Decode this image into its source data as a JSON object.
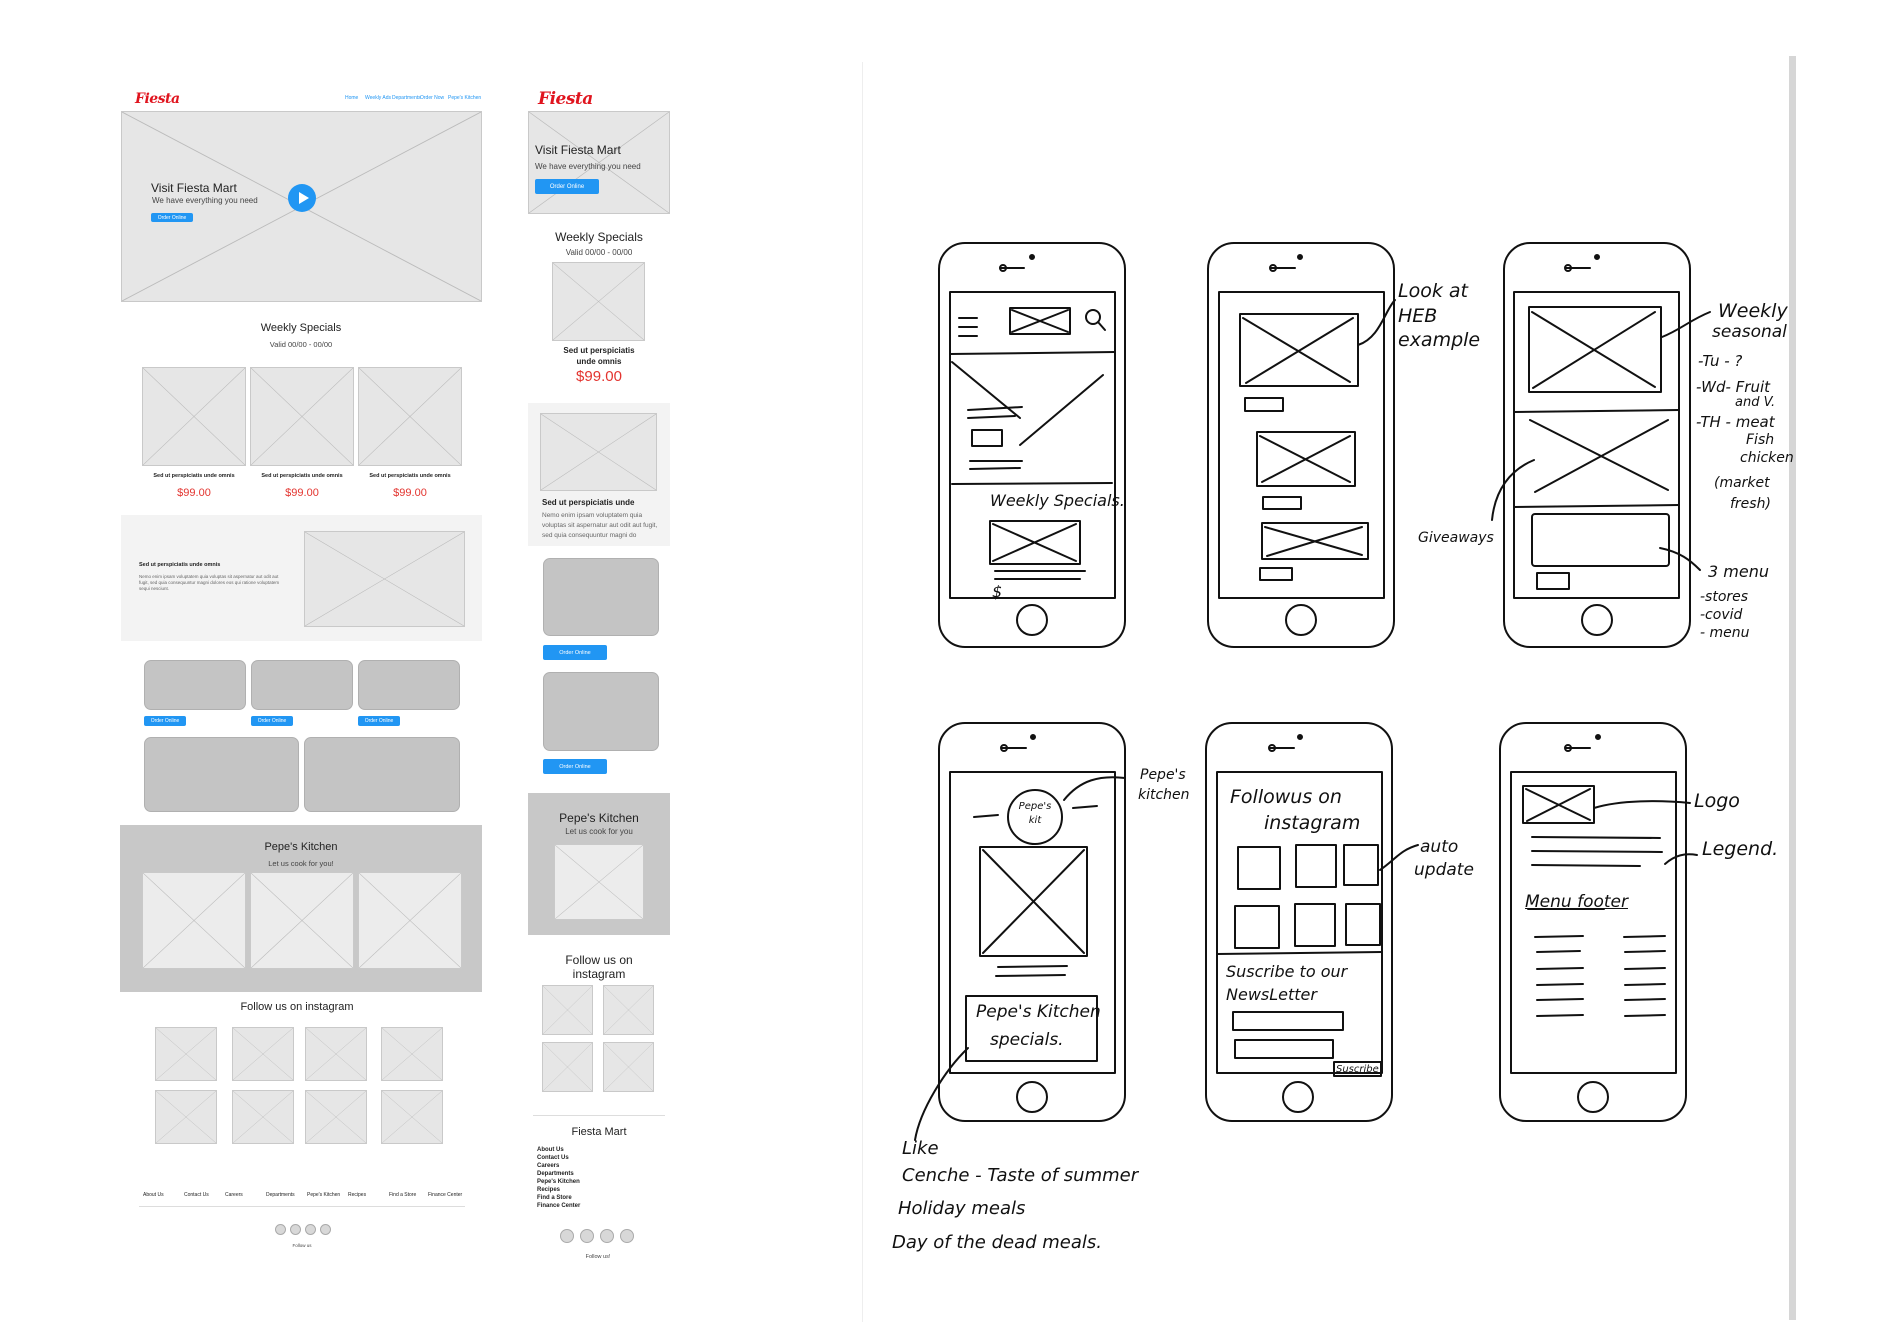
{
  "desktop": {
    "logo": "Fiesta",
    "nav": [
      "Home",
      "Weekly Ads",
      "Departments",
      "Order Now",
      "Pepe's Kitchen"
    ],
    "hero": {
      "title": "Visit Fiesta Mart",
      "subtitle": "We have everything you need",
      "button": "Order Online"
    },
    "specials": {
      "title": "Weekly Specials",
      "valid": "Valid 00/00 - 00/00",
      "item_name": "Sed ut perspiciatis unde omnis",
      "price": "$99.00"
    },
    "promo": {
      "title": "Sed ut perspiciatis unde omnis",
      "body": "Nemo enim ipsam voluptatem quia voluptas sit aspernatur aut odit aut fugit, sed quia consequuntur magni dolores eos qui ratione voluptatem sequi nesciunt."
    },
    "order_button": "Order Online",
    "kitchen": {
      "title": "Pepe's Kitchen",
      "subtitle": "Let us cook for you!"
    },
    "instagram_title": "Follow us on instagram",
    "footer_nav": [
      "About Us",
      "Contact Us",
      "Careers",
      "Departments",
      "Pepe's Kitchen",
      "Recipes",
      "Find a Store",
      "Finance Center"
    ],
    "follow": "Follow us"
  },
  "mobile": {
    "logo": "Fiesta",
    "hero": {
      "title": "Visit Fiesta Mart",
      "subtitle": "We have everything you need",
      "button": "Order Online"
    },
    "specials": {
      "title": "Weekly Specials",
      "valid": "Valid 00/00 - 00/00",
      "item_line1": "Sed ut perspiciatis",
      "item_line2": "unde omnis",
      "price": "$99.00"
    },
    "promo": {
      "title": "Sed ut perspiciatis unde",
      "body_lines": [
        "Nemo enim ipsam voluptatem quia",
        "voluptas sit aspernatur aut odit aut fugit,",
        "sed quia consequuntur magni do"
      ]
    },
    "order_button": "Order Online",
    "kitchen": {
      "title": "Pepe's Kitchen",
      "subtitle": "Let us cook for you"
    },
    "instagram_line1": "Follow us on",
    "instagram_line2": "instagram",
    "footer_title": "Fiesta Mart",
    "footer_links": [
      "About Us",
      "Contact Us",
      "Careers",
      "Departments",
      "Pepe's Kitchen",
      "Recipes",
      "Find a Store",
      "Finance Center"
    ],
    "follow": "Follow us!"
  },
  "sketch_notes": {
    "p1_label": "Weekly Specials.",
    "p1_dollar": "$",
    "p2_note": [
      "Look at",
      "HEB",
      "example"
    ],
    "p3_note_top": [
      "Weekly",
      "seasonal"
    ],
    "p3_note_list": [
      "-Tu - ?",
      "-Wd- Fruit",
      "and V.",
      "-TH - meat",
      "Fish",
      "chicken",
      "(market",
      "fresh)"
    ],
    "giveaways": "Giveaways",
    "p3_menu": [
      "3 menu",
      "-stores",
      "-covid",
      "- menu"
    ],
    "p4_circle": [
      "Pepe's",
      "kit"
    ],
    "p4_note": [
      "Pepe's",
      "kitchen"
    ],
    "p4_box": [
      "Pepe's Kitchen",
      "specials."
    ],
    "like_notes": [
      "Like",
      "Cenche - Taste of summer",
      "Holiday meals",
      "Day of the dead meals."
    ],
    "p5_title": [
      "Followus on",
      "instagram"
    ],
    "p5_note": [
      "auto",
      "update"
    ],
    "p5_news": [
      "Suscribe to our",
      "NewsLetter"
    ],
    "p5_btn": "Suscribe",
    "p6_logo": "Logo",
    "p6_legend": "Legend.",
    "p6_footer": "Menu footer"
  }
}
